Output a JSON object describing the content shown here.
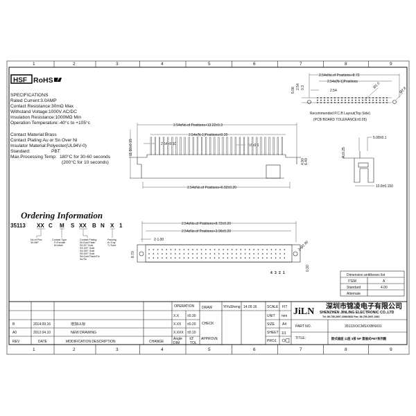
{
  "columns": [
    "1",
    "2",
    "3",
    "4",
    "5",
    "6",
    "7",
    "8",
    "9"
  ],
  "logos": {
    "hsf": "HSF",
    "rohs": "RoHS",
    "ul": "UL"
  },
  "specs": {
    "title": "SPECIFICATIONS",
    "lines": [
      "Rated Current:3.0AMP",
      "Contact Resistance:30mΩ Max",
      "Withstand Voltage:1000V AC/DC",
      "Insulation Resistance:1000MΩ Min",
      "Operation Temperature:-40°c to +105°c"
    ],
    "lines2": [
      "Contact Material:Brass",
      "Contact Plating:Au or Sn Over Ni",
      "Insulator Material:Polyester(UL94V-0)"
    ],
    "standard_label": "Standard:",
    "standard_value": "PBT",
    "processing_label": "Max.Processing Temp:",
    "processing_1": "180°C for 30-60 seconds",
    "processing_2": "(200°C for 10 seconds)"
  },
  "ordering": {
    "title": "Ordering Information",
    "code": [
      "35113",
      "XX",
      "C",
      "M",
      "S",
      "XX",
      "B",
      "N",
      "X",
      "1"
    ],
    "notes": {
      "positions": [
        "No.of Pins",
        "30-96P"
      ],
      "contact_type": [
        "Contact Type",
        "F=Female",
        "M=Male"
      ],
      "plating": [
        "Contact Plating",
        "00:Gold Flash",
        "S2:20\" Gold",
        "S3:100\" Gold",
        "S4:150\" Gold",
        "S5:300\" Gold",
        "S6:Gold Flash/Tin",
        "Sn/Tin"
      ],
      "packing": [
        "Packing",
        "A=Tray",
        "T=Tube"
      ]
    }
  },
  "side_view": {
    "overall": "2.54xNo.of Positions+13.22±0.3",
    "pitch_span": "2.54x(N-1)Positions±0.20",
    "pitch": "2.54±0.10",
    "pin": "0.6x0.6",
    "height": "11.50±0.15",
    "base": "2.54xNo.of Positions+6.92±0.20",
    "h1": "4.90",
    "h2": "6.40"
  },
  "pcb_layout": {
    "overall": "2.54xNo.of Positions+8.72",
    "span": "2.54x(N-1)Positions",
    "pitch": "2.54",
    "row_pitch": "5.08",
    "row_pitch2": "2.54",
    "offset": "0.3",
    "hole": "Ø1.0",
    "mount_hole": "Ø2.8",
    "caption": "Recommended P.C.B Layout(Top Side)",
    "tolerance": "(PCB BOARD TOLERANCE±0.05)"
  },
  "end_view": {
    "a": "A±0.25",
    "width": "5.08±0.1",
    "depth": "10.8±0.150"
  },
  "top_view": {
    "overall": "2.54xNo.of Positions+8.72±0.20",
    "mount": "2.54xNo.of Positions+3.96±0.20",
    "peg": "2-1.00",
    "hole": "2-Ø2.80",
    "height": "8.70",
    "offset": "0.30",
    "pins": [
      "4",
      "3",
      "2",
      "1"
    ]
  },
  "dimension_table": {
    "title": "Dimension antitheses list",
    "rows": [
      [
        "ITEM",
        "A"
      ],
      [
        "Standard",
        "4.00"
      ],
      [
        "Alternate",
        ""
      ]
    ]
  },
  "title_block": {
    "revisions": [
      {
        "rev": "B",
        "date": "2014.09.16",
        "desc": "增加UL标"
      },
      {
        "rev": "A0",
        "date": "2012.04.10",
        "desc": "NEW DRAWING"
      }
    ],
    "headers": {
      "rev": "REV",
      "date": "DATE",
      "desc": "MODIFICATION DESCRIPTION",
      "change": "CHANGE"
    },
    "operation": "OPERATION",
    "tolerances": [
      [
        "X.X",
        "±0.30"
      ],
      [
        "X.XX",
        "±0.20"
      ],
      [
        "X.XXX",
        "±0.10"
      ],
      [
        "Angle",
        "±3'"
      ]
    ],
    "dim": "DIM",
    "tol": "TOL",
    "draw": "DRAW",
    "drawer": "YiYuSheng",
    "draw_date": "14.09.16",
    "check": "CHECK",
    "approve": "APPROVE",
    "scale": [
      "SCALE",
      "FIT"
    ],
    "unit": [
      "UNIT",
      "mm"
    ],
    "size": [
      "SIZE",
      "A4"
    ],
    "sheet": [
      "SHEET",
      "1/1"
    ],
    "proj": "PROJ.",
    "company_logo": "JiLN",
    "company_cn": "深圳市锦凌电子有限公司",
    "company_en": "SHENZHEN JINLING ELECTRONIC CO.,LTD",
    "contact": "Tel: 86-755-2697-3366/3832   Fax: 86-755-2697-3362",
    "part_no_label": "PART NO.",
    "part_no": "35113XXCMSXXBNX01",
    "title_label": "TITLE:",
    "title": "欧式插座 公座 3排 NP 直插式PBT系列图"
  }
}
